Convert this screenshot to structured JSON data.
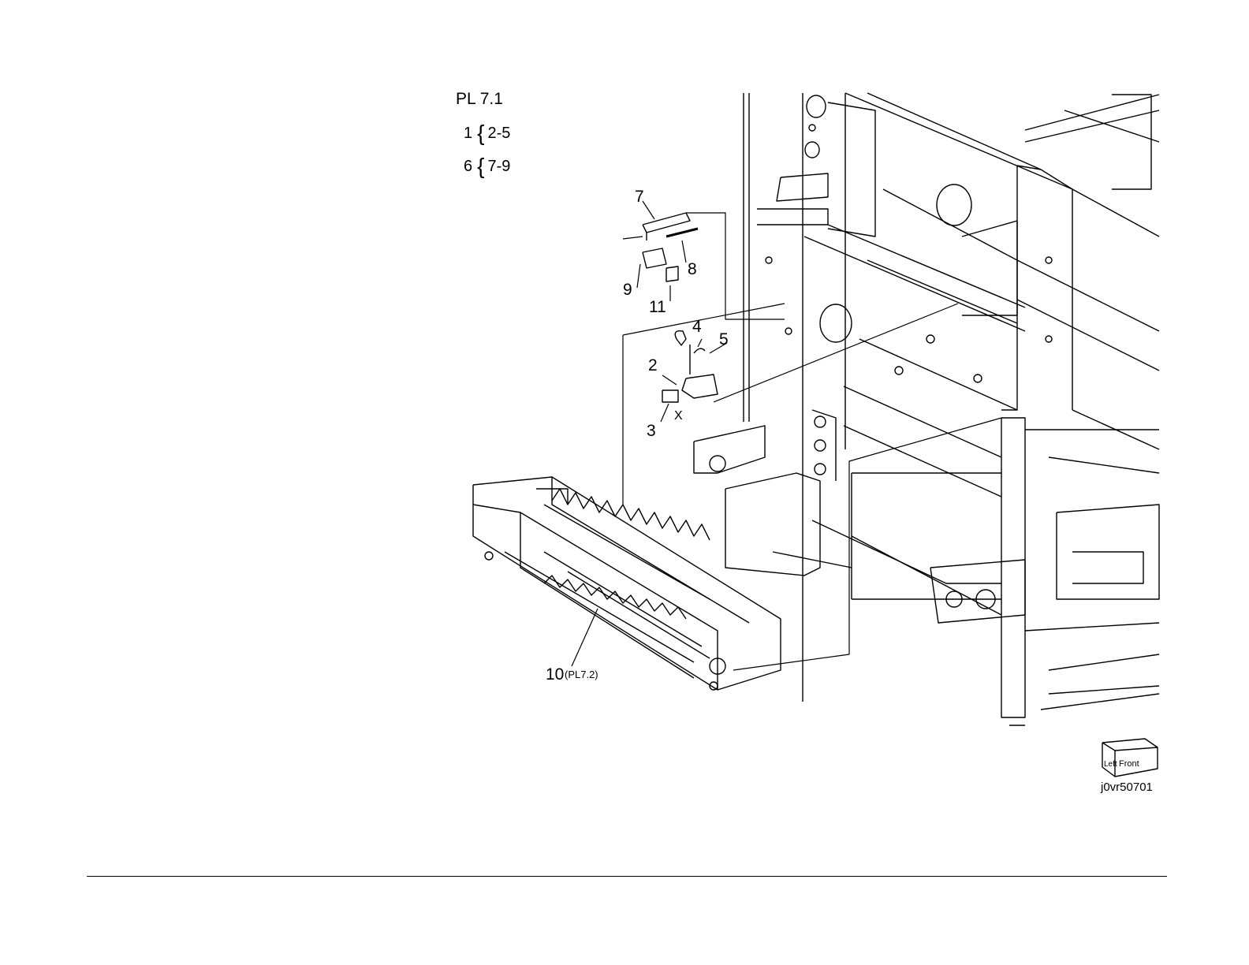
{
  "parts_list": {
    "title": "PL 7.1",
    "groups": [
      {
        "item": "1",
        "range": "2-5"
      },
      {
        "item": "6",
        "range": "7-9"
      }
    ]
  },
  "callouts": {
    "c1": "7",
    "c2": "8",
    "c3": "9",
    "c4": "11",
    "c5": "4",
    "c6": "5",
    "c7": "2",
    "c8": "3",
    "c9": "X",
    "c10": "10",
    "c10ref": "(PL7.2)"
  },
  "orientation": {
    "left": "Left",
    "front": "Front"
  },
  "figure_id": "j0vr50701"
}
